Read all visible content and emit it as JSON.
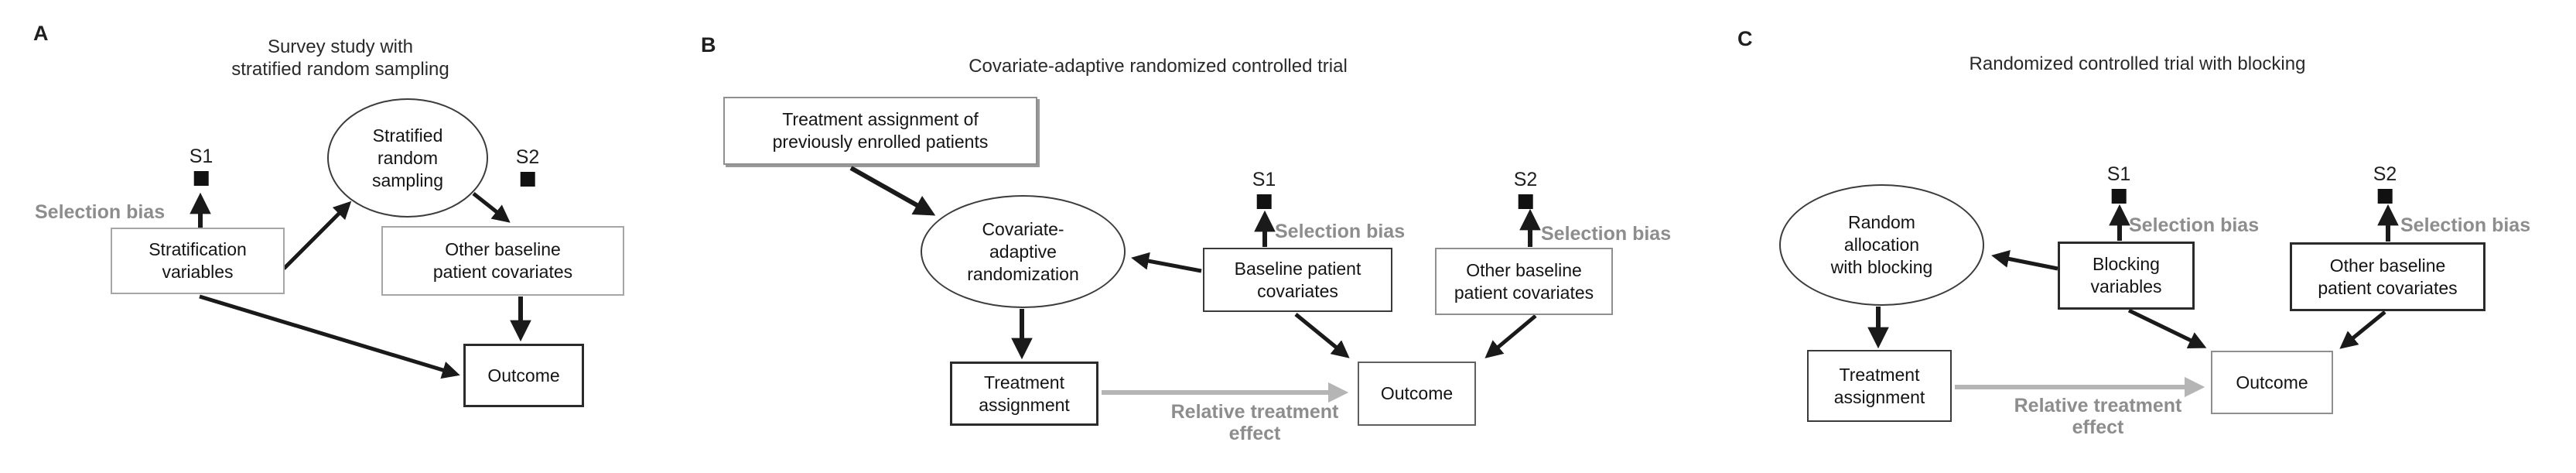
{
  "figure": {
    "description": "Causal diagrams comparing three study designs",
    "colors": {
      "background": "#ffffff",
      "text": "#1f1f1f",
      "gray_annotation": "#8d8d8d",
      "gray_arrow": "#b5b5b5",
      "black_arrow": "#1a1a1a",
      "box_border_dark": "#2b2b2b",
      "box_border_gray": "#a6a6a6",
      "selection_square": "#111111"
    }
  },
  "panels": {
    "a": {
      "letter": "A",
      "title": "Survey study with\nstratified random sampling",
      "nodes": {
        "sampler": "Stratified\nrandom\nsampling",
        "stratification": "Stratification\nvariables",
        "other": "Other baseline\npatient covariates",
        "outcome": "Outcome"
      },
      "s1": "S1",
      "s2": "S2",
      "selection_bias": "Selection bias"
    },
    "b": {
      "letter": "B",
      "title": "Covariate-adaptive randomized controlled trial",
      "nodes": {
        "prev": "Treatment assignment of\npreviously enrolled patients",
        "randomizer": "Covariate-\nadaptive\nrandomization",
        "baseline": "Baseline patient\ncovariates",
        "other": "Other baseline\npatient covariates",
        "treatment": "Treatment\nassignment",
        "outcome": "Outcome"
      },
      "s1": "S1",
      "s2": "S2",
      "selection_bias_s1": "Selection bias",
      "selection_bias_s2": "Selection bias",
      "relative_effect": "Relative treatment\neffect"
    },
    "c": {
      "letter": "C",
      "title": "Randomized controlled trial with blocking",
      "nodes": {
        "randomizer": "Random\nallocation\nwith blocking",
        "blocking": "Blocking\nvariables",
        "other": "Other baseline\npatient covariates",
        "treatment": "Treatment\nassignment",
        "outcome": "Outcome"
      },
      "s1": "S1",
      "s2": "S2",
      "selection_bias_s1": "Selection bias",
      "selection_bias_s2": "Selection bias",
      "relative_effect": "Relative treatment\neffect"
    }
  }
}
